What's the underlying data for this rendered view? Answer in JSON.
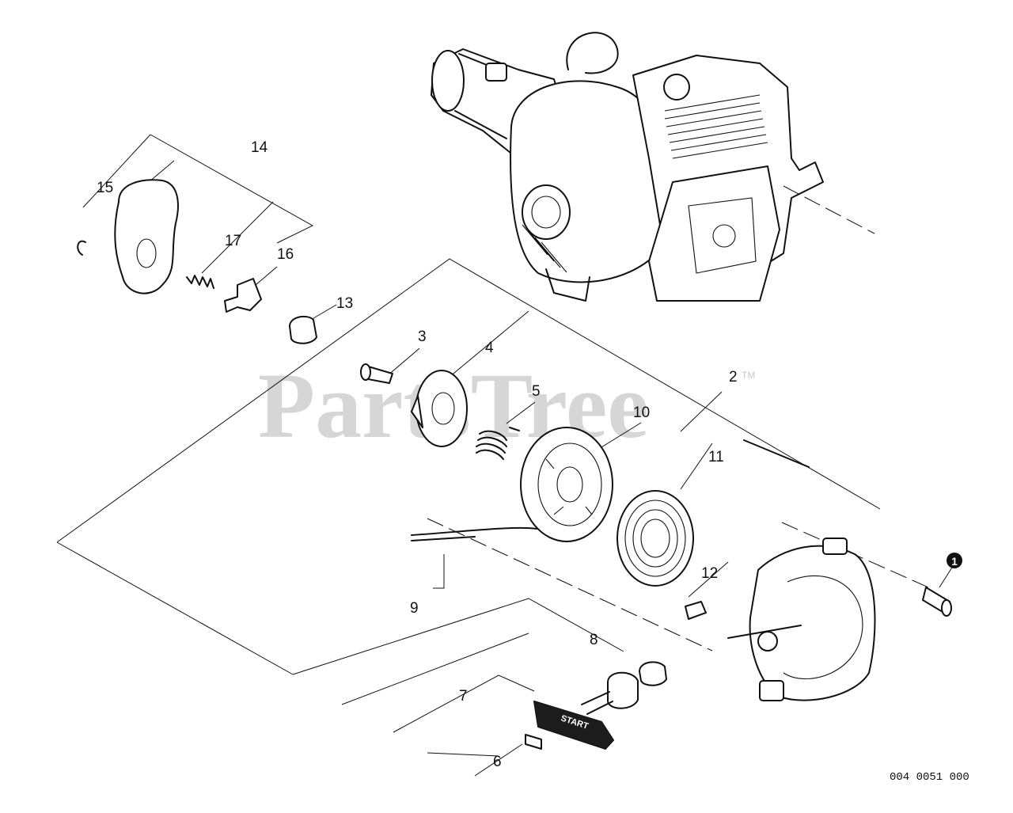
{
  "watermark": {
    "text": "PartsTree",
    "trademark": "TM"
  },
  "drawing_number": "004 0051 000",
  "callouts": {
    "c1": "1",
    "c2": "2",
    "c3": "3",
    "c4": "4",
    "c5": "5",
    "c6": "6",
    "c7": "7",
    "c8": "8",
    "c9": "9",
    "c10": "10",
    "c11": "11",
    "c12": "12",
    "c13": "13",
    "c14": "14",
    "c15": "15",
    "c16": "16",
    "c17": "17"
  },
  "handle_label": "START"
}
